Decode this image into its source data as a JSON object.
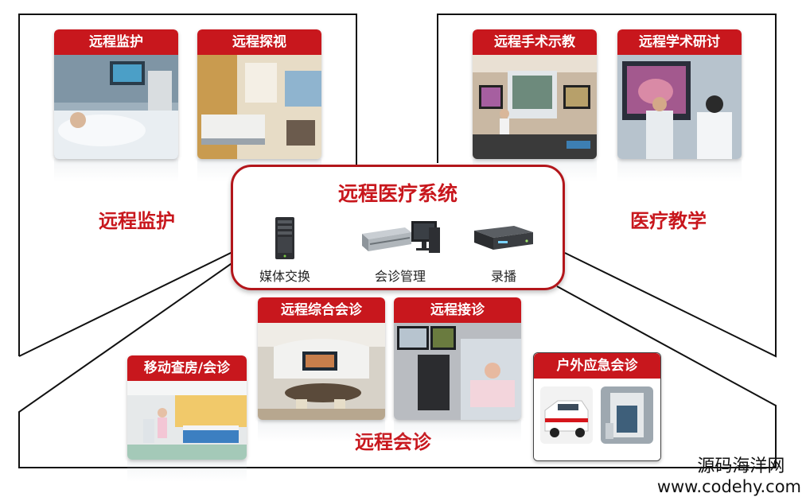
{
  "center": {
    "title": "远程医疗系统",
    "devices": [
      {
        "label": "媒体交换",
        "icon": "server-tower-icon"
      },
      {
        "label": "会诊管理",
        "icon": "rack-server-monitor-icon"
      },
      {
        "label": "录播",
        "icon": "recorder-box-icon"
      }
    ]
  },
  "sections": {
    "monitoring": "远程监护",
    "teaching": "医疗教学",
    "consultation": "远程会诊"
  },
  "cards": {
    "monitoring": "远程监护",
    "visit": "远程探视",
    "surgery_demo": "远程手术示教",
    "seminar": "远程学术研讨",
    "general_consult": "远程综合会诊",
    "referral": "远程接诊",
    "mobile_rounds": "移动查房/会诊",
    "outdoor_emergency": "户外应急会诊"
  },
  "watermark": {
    "line1": "源码海洋网",
    "line2": "www.codehy.com"
  },
  "colors": {
    "brand_red": "#c8171d",
    "panel_border": "#b3161b",
    "frame_line": "#111111"
  }
}
